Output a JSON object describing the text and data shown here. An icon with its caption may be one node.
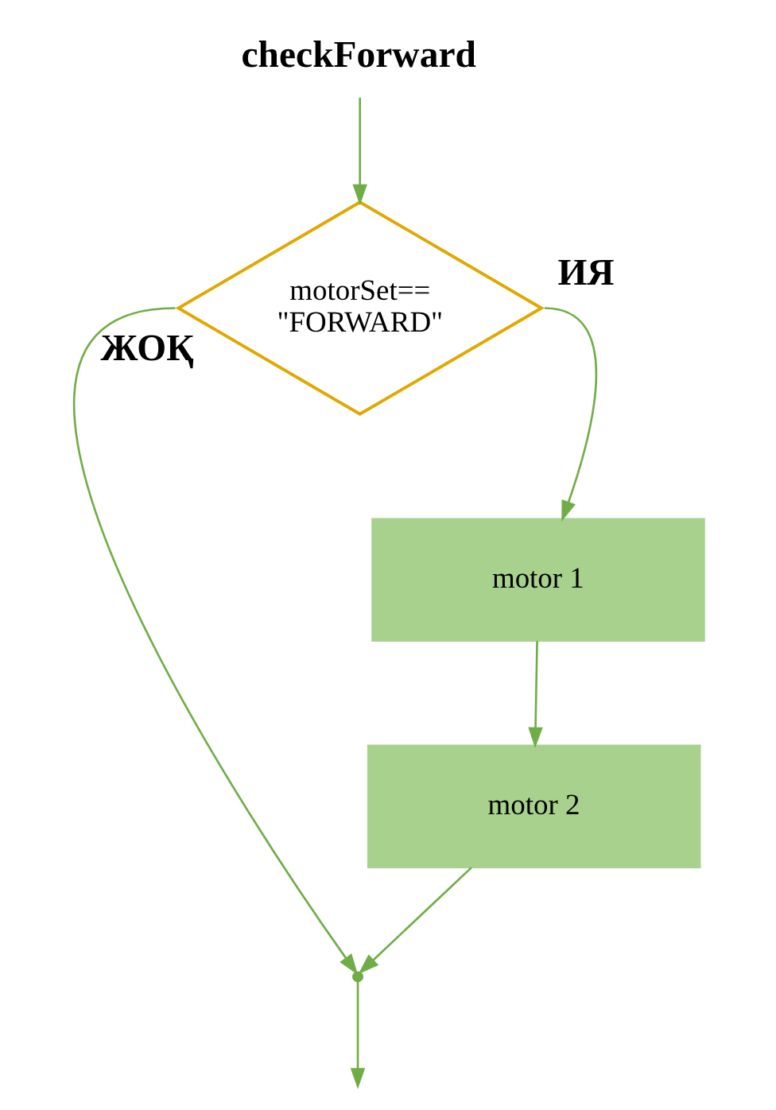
{
  "diagram": {
    "nodes": [
      {
        "text": [
          "checkForward"
        ]
      },
      {
        "text": [
          "motorSet== \"FORWARD\""
        ]
      },
      {
        "text": [
          "motor 1"
        ]
      },
      {
        "text": [
          "motor 2"
        ]
      },
      {
        "text": [],
        "shape": "point"
      }
    ],
    "edges": [
      {
        "from": 0,
        "to": 1,
        "arrow": "to"
      },
      {
        "from": 1,
        "to": 2,
        "arrow": "to",
        "label": "ИЯ"
      },
      {
        "from": 2,
        "to": 3,
        "arrow": "to"
      },
      {
        "from": 3,
        "to": 4,
        "arrow": "to"
      },
      {
        "from": 1,
        "to": 4,
        "arrow": "to",
        "label": "ЖОҚ"
      },
      {
        "from": 4,
        "to": null,
        "arrow": "to"
      }
    ]
  }
}
